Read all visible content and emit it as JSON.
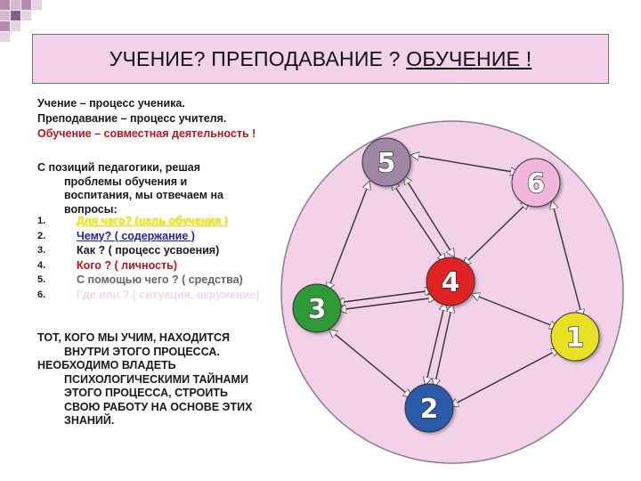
{
  "title": {
    "part1": "УЧЕНИЕ? ПРЕПОДАВАНИЕ ? ",
    "part2": "ОБУЧЕНИЕ !"
  },
  "intro": {
    "line1": "Учение – процесс ученика.",
    "line2": "Преподавание – процесс учителя.",
    "line3": "Обучение – совместная деятельность !"
  },
  "lead": {
    "line1": "С позиций педагогики, решая",
    "line2": "проблемы обучения и",
    "line3": "воспитания, мы отвечаем на",
    "line4": "вопросы:"
  },
  "questions": [
    {
      "num": "1.",
      "text": "Для чего? (цель обучения )"
    },
    {
      "num": "2.",
      "text": "Чему? ( содержание )"
    },
    {
      "num": "3.",
      "text": "Как ? ( процесс усвоения)"
    },
    {
      "num": "4.",
      "text": "Кого ? ( личность)"
    },
    {
      "num": "5.",
      "text": "С помощью чего ? ( средства)"
    },
    {
      "num": "6.",
      "text": "Где или ? ( ситуация, окружение)"
    }
  ],
  "bottom": {
    "line1": "ТОТ, КОГО МЫ УЧИМ, НАХОДИТСЯ",
    "line2": "ВНУТРИ ЭТОГО ПРОЦЕССА.",
    "line3": "НЕОБХОДИМО ВЛАДЕТЬ",
    "line4": "ПСИХОЛОГИЧЕСКИМИ ТАЙНАМИ",
    "line5": "ЭТОГО ПРОЦЕССА, СТРОИТЬ",
    "line6": "СВОЮ РАБОТУ НА ОСНОВЕ ЭТИХ",
    "line7": "ЗНАНИЙ."
  },
  "nodes": {
    "n1": {
      "label": "1",
      "color": "#e8e020"
    },
    "n2": {
      "label": "2",
      "color": "#2c5aa8"
    },
    "n3": {
      "label": "3",
      "color": "#2e9a35"
    },
    "n4": {
      "label": "4",
      "color": "#e02020"
    },
    "n5": {
      "label": "5",
      "color": "#9e86a4"
    },
    "n6": {
      "label": "6",
      "color": "#f2b6de"
    }
  },
  "colors": {
    "circle_fill": "#f3d1e8",
    "title_fill": "#f3d1e8",
    "corner_square_1": "#ad7fa3",
    "corner_square_2": "#ffffff"
  }
}
